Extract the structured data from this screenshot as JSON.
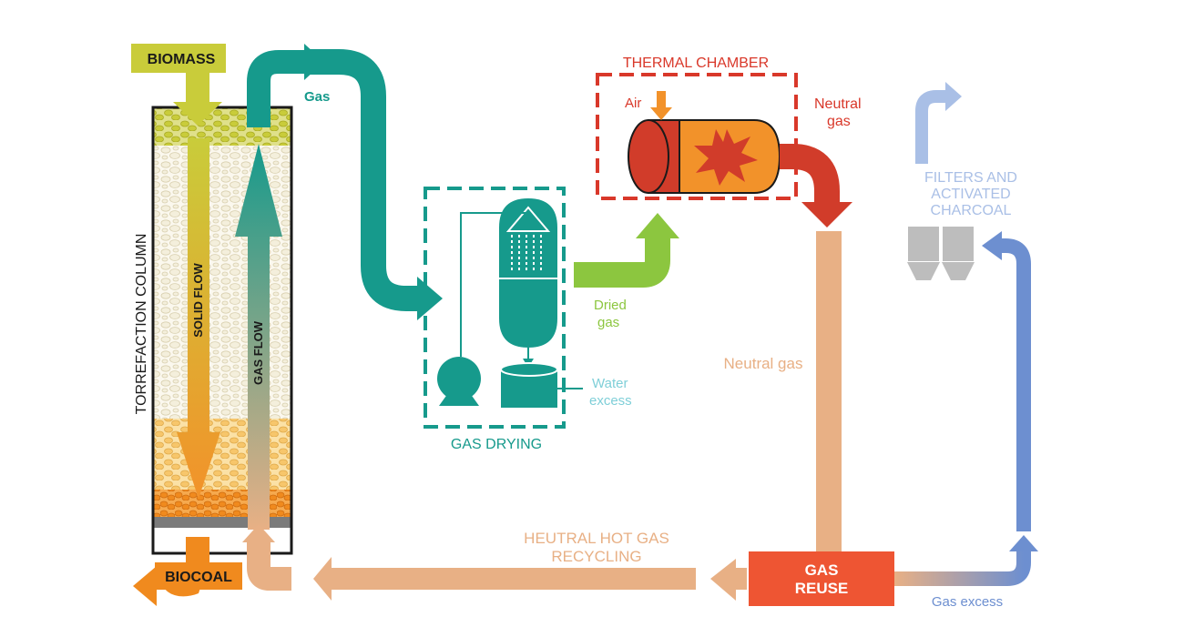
{
  "labels": {
    "biomass": "BIOMASS",
    "biocoal": "BIOCOAL",
    "column": "TORREFACTION COLUMN",
    "solid_flow": "SOLID FLOW",
    "gas_flow": "GAS FLOW",
    "gas": "Gas",
    "gas_drying": "GAS DRYING",
    "dried_gas_1": "Dried",
    "dried_gas_2": "gas",
    "water_excess_1": "Water",
    "water_excess_2": "excess",
    "thermal_chamber": "THERMAL CHAMBER",
    "air": "Air",
    "neutral_gas_top_1": "Neutral",
    "neutral_gas_top_2": "gas",
    "neutral_gas": "Neutral  gas",
    "filters_1": "FILTERS AND",
    "filters_2": "ACTIVATED",
    "filters_3": "CHARCOAL",
    "gas_reuse_1": "GAS",
    "gas_reuse_2": "REUSE",
    "gas_excess": "Gas excess",
    "recycling_1": "HEUTRAL HOT GAS",
    "recycling_2": "RECYCLING"
  },
  "colors": {
    "teal": "#169a8c",
    "biomass": "#c9cc3a",
    "orange": "#f2922a",
    "red": "#d13c2a",
    "thermal_red": "#d9382a",
    "green": "#8cc63f",
    "tan": "#e8b085",
    "blue": "#6d8fd0",
    "light_blue": "#a9bfe6",
    "cyan": "#7fcfd8",
    "gas_reuse": "#ee5533",
    "gray": "#bdbdbd"
  }
}
